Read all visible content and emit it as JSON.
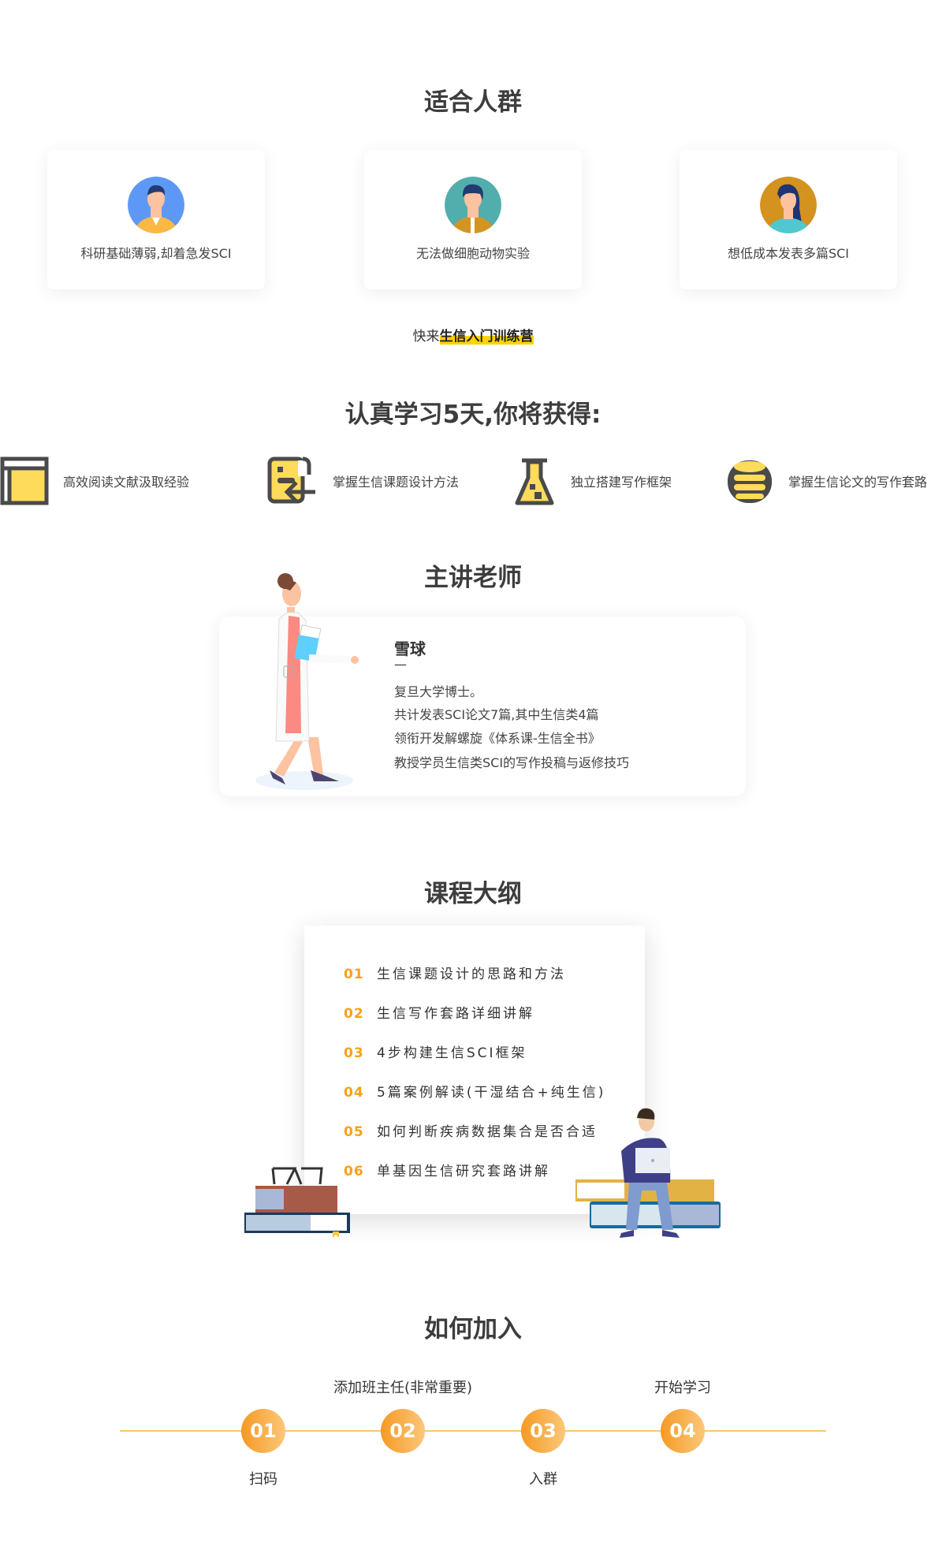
{
  "audience": {
    "title": "适合人群",
    "cards": [
      {
        "label": "科研基础薄弱,却着急发SCI",
        "icon": "male-avatar-icon"
      },
      {
        "label": "无法做细胞动物实验",
        "icon": "male-avatar-icon"
      },
      {
        "label": "想低成本发表多篇SCI",
        "icon": "female-avatar-icon"
      }
    ],
    "cta_prefix": "快来",
    "cta_highlight": "生信入门训练营"
  },
  "gains": {
    "title": "认真学习5天,你将获得:",
    "items": [
      {
        "label": "高效阅读文献汲取经验",
        "icon": "layout-icon"
      },
      {
        "label": "掌握生信课题设计方法",
        "icon": "import-icon"
      },
      {
        "label": "独立搭建写作框架",
        "icon": "flask-icon"
      },
      {
        "label": "掌握生信论文的写作套路",
        "icon": "database-icon"
      }
    ]
  },
  "teacher": {
    "title": "主讲老师",
    "name": "雪球",
    "dash": "—",
    "lines": [
      "复旦大学博士。",
      "共计发表SCI论文7篇,其中生信类4篇",
      "领衔开发解螺旋《体系课-生信全书》",
      "教授学员生信类SCI的写作投稿与返修技巧"
    ]
  },
  "outline": {
    "title": "课程大纲",
    "items": [
      {
        "num": "01",
        "text": "生信课题设计的思路和方法"
      },
      {
        "num": "02",
        "text": "生信写作套路详细讲解"
      },
      {
        "num": "03",
        "text": "4步构建生信SCI框架"
      },
      {
        "num": "04",
        "text": "5篇案例解读(干湿结合+纯生信)"
      },
      {
        "num": "05",
        "text": "如何判断疾病数据集合是否合适"
      },
      {
        "num": "06",
        "text": "单基因生信研究套路讲解"
      }
    ]
  },
  "join": {
    "title": "如何加入",
    "steps": [
      {
        "num": "01",
        "label": "扫码"
      },
      {
        "num": "02",
        "label": "添加班主任(非常重要)"
      },
      {
        "num": "03",
        "label": "入群"
      },
      {
        "num": "04",
        "label": "开始学习"
      }
    ]
  },
  "colors": {
    "accent": "#f7a11a",
    "highlight": "#ffd200",
    "icon_yellow": "#fedb5a",
    "icon_dark": "#4a4a4a"
  }
}
